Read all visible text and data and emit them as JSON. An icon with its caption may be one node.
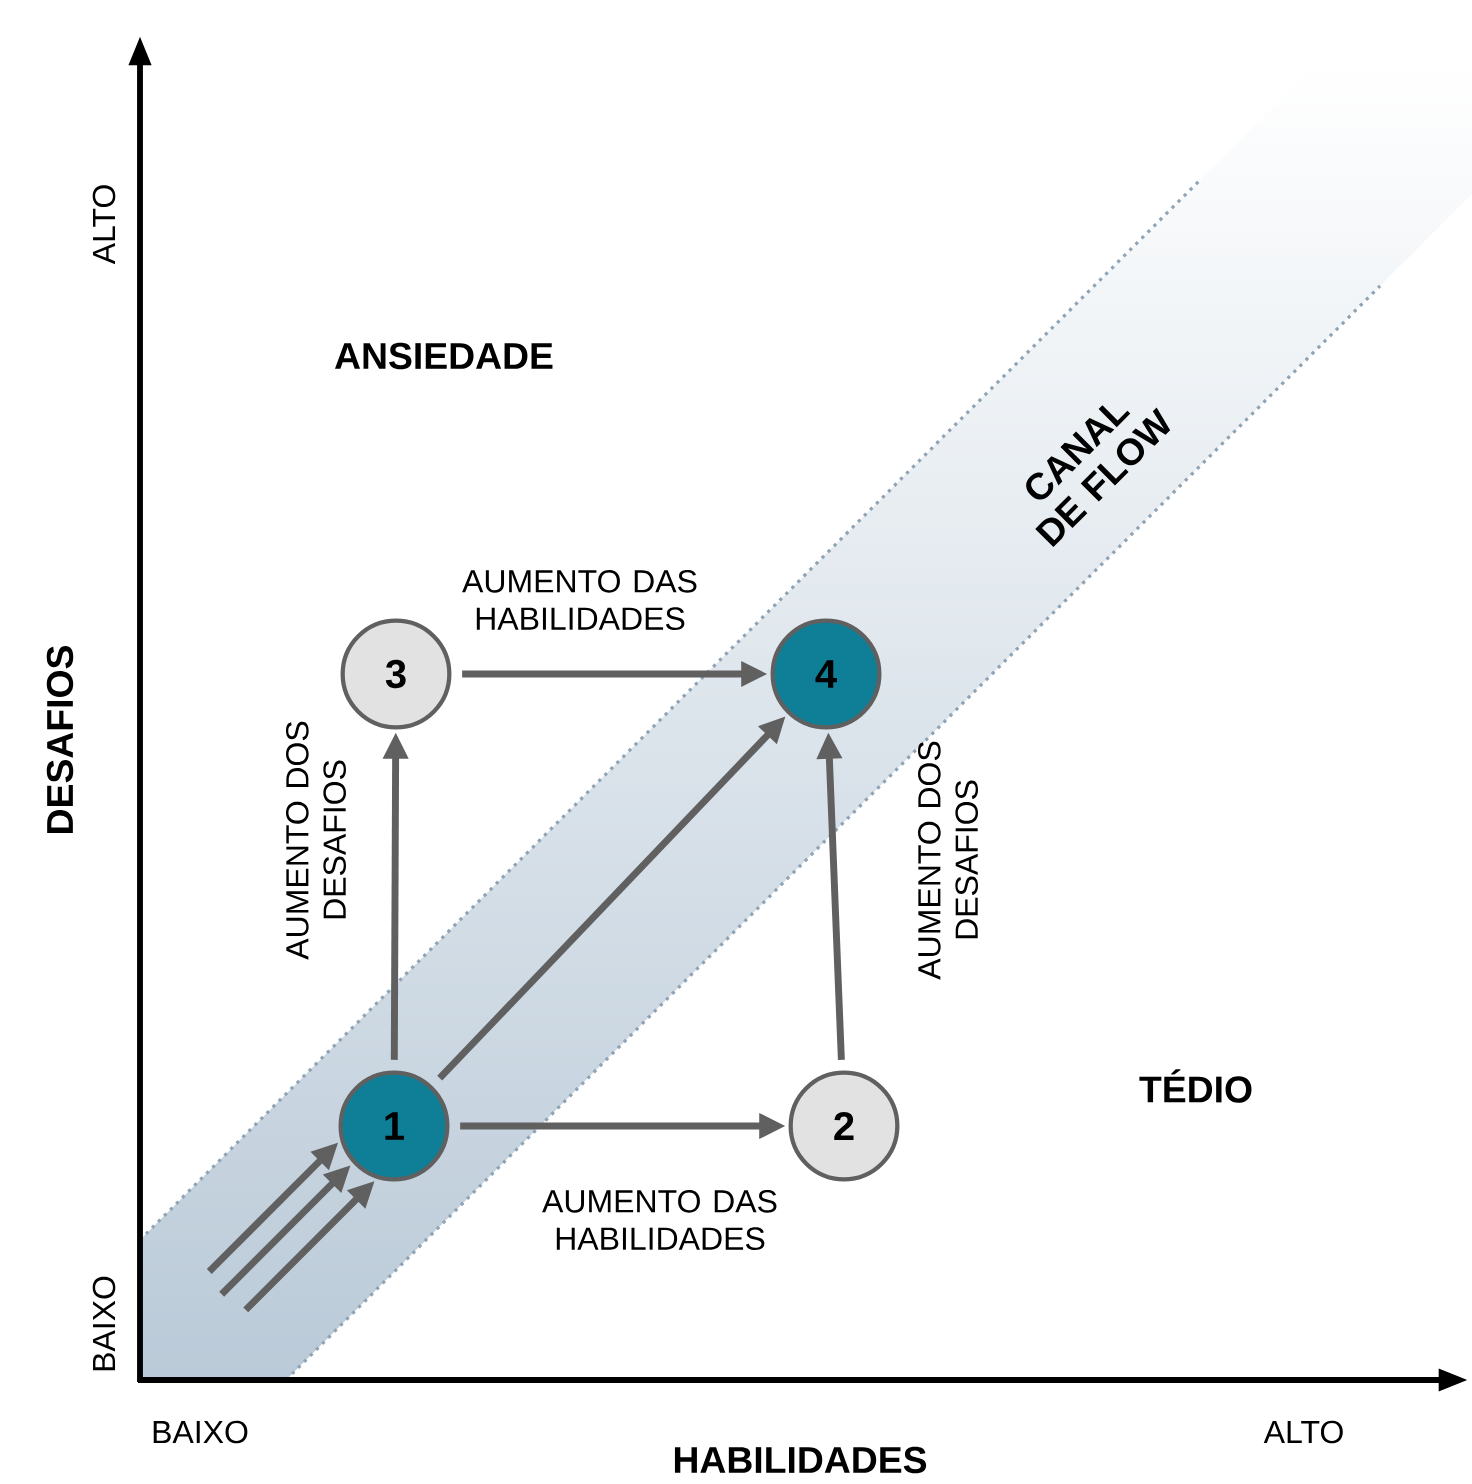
{
  "diagram": {
    "nodes": [
      {
        "text": [
          "1"
        ]
      },
      {
        "text": [
          "2"
        ]
      },
      {
        "text": [
          "3"
        ]
      },
      {
        "text": [
          "4"
        ]
      }
    ],
    "edges": [
      {
        "from": 0,
        "to": 1,
        "arrow": "to",
        "label": "AUMENTO DAS HABILIDADES"
      },
      {
        "from": 0,
        "to": 2,
        "arrow": "to",
        "label": "AUMENTO DOS DESAFIOS"
      },
      {
        "from": 2,
        "to": 3,
        "arrow": "to",
        "label": "AUMENTO DAS HABILIDADES"
      },
      {
        "from": 1,
        "to": 3,
        "arrow": "to",
        "label": "AUMENTO DOS DESAFIOS"
      },
      {
        "from": 0,
        "to": 3,
        "arrow": "to"
      },
      {
        "from": null,
        "to": 0,
        "arrow": "to"
      },
      {
        "from": null,
        "to": 0,
        "arrow": "to"
      },
      {
        "from": null,
        "to": 0,
        "arrow": "to"
      }
    ],
    "labels": [
      "ALTO",
      "ANSIEDADE",
      "CANAL DE FLOW",
      "DESAFIOS",
      "TÉDIO",
      "BAIXO",
      "BAIXO",
      "ALTO",
      "HABILIDADES"
    ]
  }
}
